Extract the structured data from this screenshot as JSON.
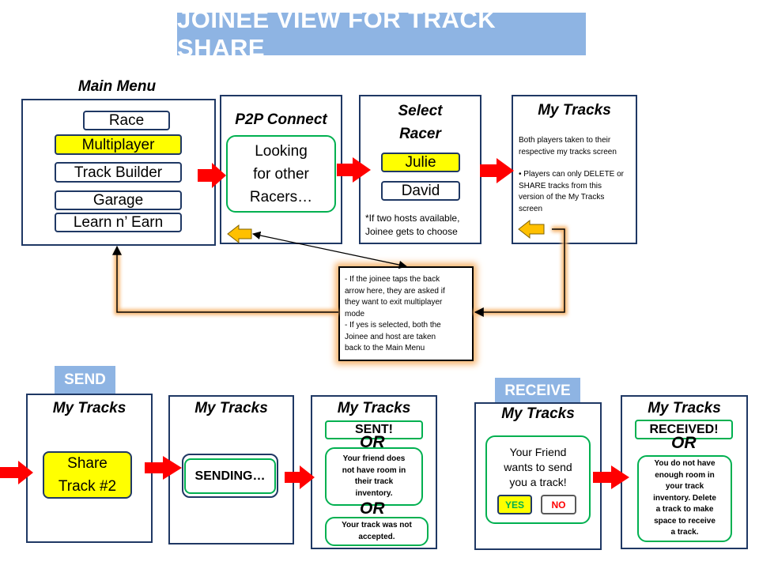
{
  "title": "JOINEE VIEW FOR TRACK SHARE",
  "main_menu": {
    "title": "Main Menu",
    "items": [
      "Race",
      "Multiplayer",
      "Track Builder",
      "Garage",
      "Learn n’ Earn"
    ]
  },
  "p2p": {
    "title": "P2P Connect",
    "status_lines": [
      "Looking",
      "for other",
      "Racers…"
    ]
  },
  "select_racer": {
    "title_lines": [
      "Select",
      "Racer"
    ],
    "racers": [
      "Julie",
      "David"
    ],
    "note_lines": [
      "*If two hosts available,",
      "Joinee gets to choose"
    ]
  },
  "my_tracks_top": {
    "title": "My Tracks",
    "note1_lines": [
      "Both players taken to their",
      "respective  my tracks screen"
    ],
    "bullet": "•",
    "note2_lines": [
      "Players can only DELETE or",
      "SHARE tracks from this",
      "version of the My Tracks",
      "screen"
    ]
  },
  "back_note": {
    "lines": [
      "- If the joinee taps the back",
      "arrow here, they are asked if",
      "they want to exit multiplayer",
      "mode",
      "- If yes is selected, both the",
      "Joinee and host are taken",
      "back to the Main Menu"
    ]
  },
  "send": {
    "tag": "SEND",
    "screen1": {
      "title": "My Tracks",
      "button_lines": [
        "Share",
        "Track #2"
      ]
    },
    "screen2": {
      "title": "My Tracks",
      "status": "SENDING…"
    },
    "screen3": {
      "title": "My Tracks",
      "sent": "SENT!",
      "or": "OR",
      "no_room_lines": [
        "Your friend does",
        "not have room in",
        "their track",
        "inventory."
      ],
      "not_accepted_lines": [
        "Your track was not",
        "accepted."
      ]
    }
  },
  "receive": {
    "tag": "RECEIVE",
    "screen1": {
      "title": "My Tracks",
      "message_lines": [
        "Your Friend",
        "wants to send",
        "you a track!"
      ],
      "yes": "YES",
      "no": "NO"
    },
    "screen2": {
      "title": "My Tracks",
      "received": "RECEIVED!",
      "or": "OR",
      "full_lines": [
        "You do not have",
        "enough room in",
        "your track",
        "inventory. Delete",
        "a track to make",
        "space to receive",
        "a track."
      ]
    }
  },
  "colors": {
    "banner": "#8eb4e3",
    "highlight": "#ffff00",
    "screen_border": "#1f3864",
    "green": "#00b050",
    "arrow_red": "#ff0000",
    "back_arrow": "#ffc000",
    "glow": "#f7b36b",
    "no_text": "#ff0000"
  }
}
